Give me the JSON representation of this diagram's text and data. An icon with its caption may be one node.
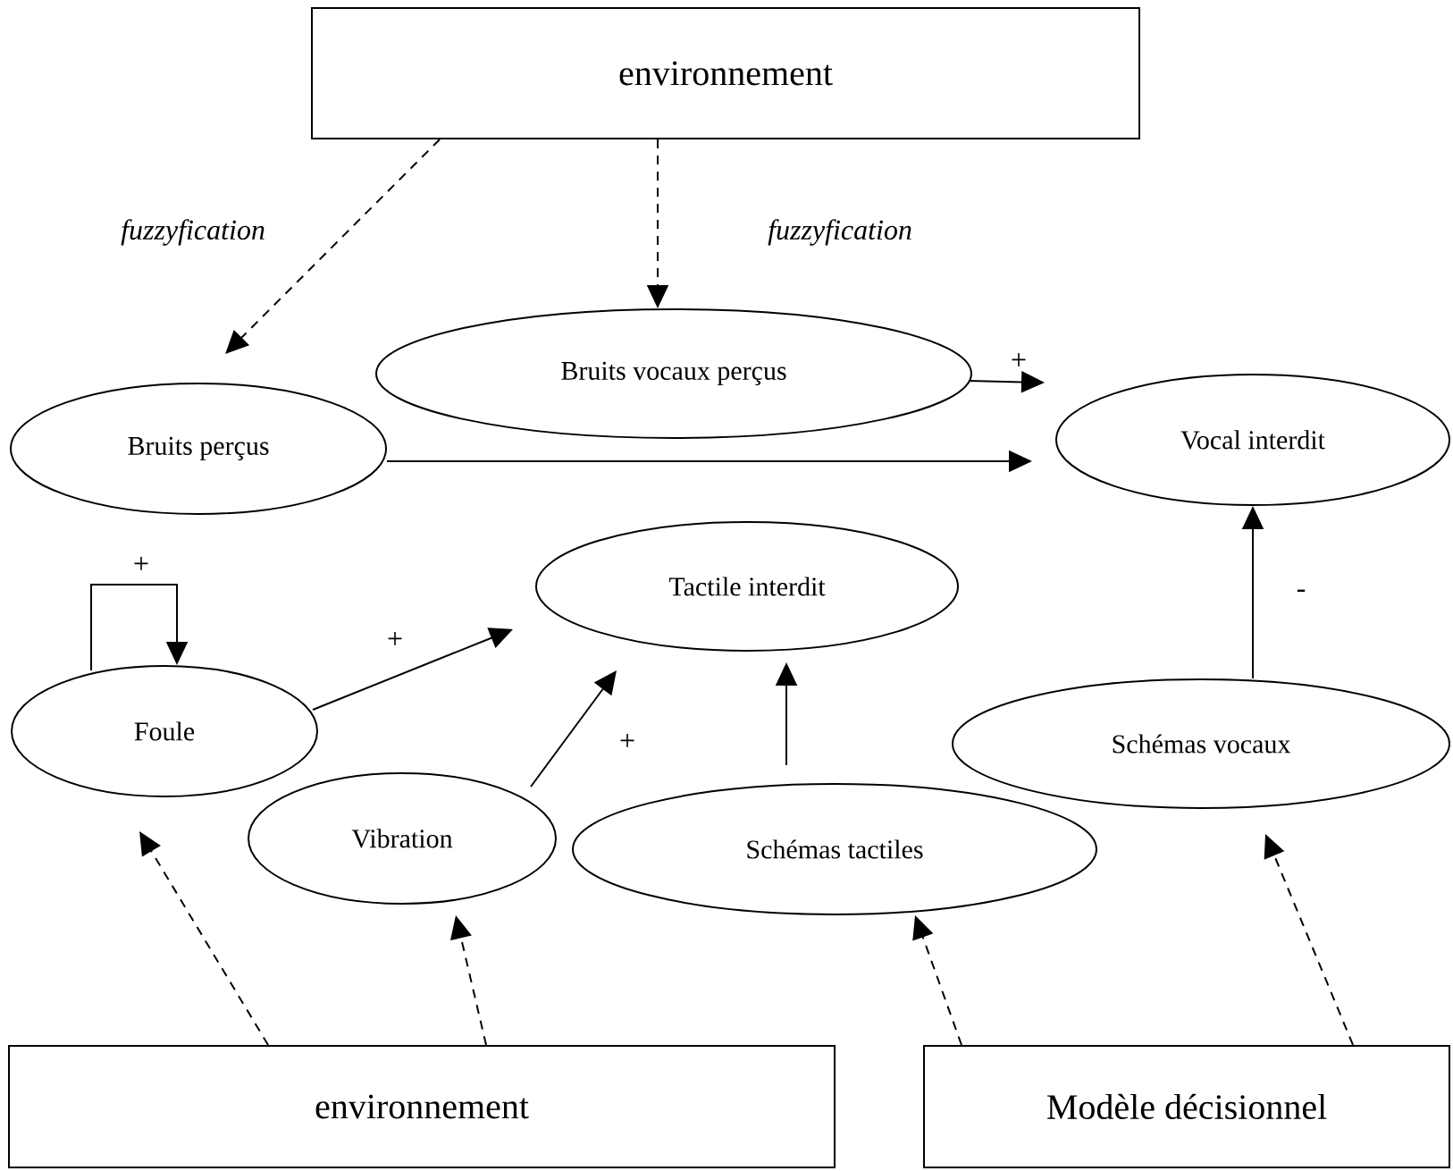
{
  "diagram": {
    "nodes": [
      {
        "text": [
          "environnement"
        ]
      },
      {
        "text": [
          "Bruits vocaux perçus"
        ]
      },
      {
        "text": [
          "Bruits perçus"
        ]
      },
      {
        "text": [
          "Vocal interdit"
        ]
      },
      {
        "text": [
          "Tactile interdit"
        ]
      },
      {
        "text": [
          "Foule"
        ]
      },
      {
        "text": [
          "Vibration"
        ]
      },
      {
        "text": [
          "Schémas tactiles"
        ]
      },
      {
        "text": [
          "Schémas vocaux"
        ]
      },
      {
        "text": [
          "environnement"
        ]
      },
      {
        "text": [
          "Modèle décisionnel"
        ]
      }
    ],
    "edges": [
      {
        "from": 0,
        "to": 2,
        "arrow": "to",
        "style": "dashed",
        "label": "fuzzyfication"
      },
      {
        "from": 0,
        "to": 1,
        "arrow": "to",
        "style": "dashed",
        "label": "fuzzyfication"
      },
      {
        "from": 1,
        "to": 3,
        "arrow": "to",
        "label": "+"
      },
      {
        "from": 2,
        "to": 3,
        "arrow": "to"
      },
      {
        "from": 5,
        "to": 5,
        "arrow": "to",
        "label": "+"
      },
      {
        "from": 5,
        "to": 4,
        "arrow": "to",
        "label": "+"
      },
      {
        "from": 6,
        "to": 4,
        "arrow": "to",
        "label": "+"
      },
      {
        "from": 7,
        "to": 4,
        "arrow": "to"
      },
      {
        "from": 8,
        "to": 3,
        "arrow": "to",
        "label": "-"
      },
      {
        "from": 9,
        "to": 5,
        "arrow": "to",
        "style": "dashed"
      },
      {
        "from": 9,
        "to": 6,
        "arrow": "to",
        "style": "dashed"
      },
      {
        "from": 10,
        "to": 7,
        "arrow": "to",
        "style": "dashed"
      },
      {
        "from": 10,
        "to": 8,
        "arrow": "to",
        "style": "dashed"
      }
    ]
  }
}
